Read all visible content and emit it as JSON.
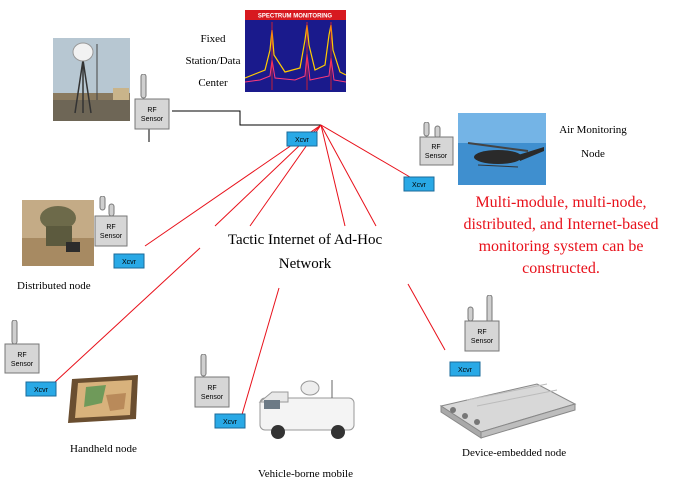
{
  "labels": {
    "fixed": [
      "Fixed",
      "Station/Data",
      "Center"
    ],
    "air": [
      "Air Monitoring",
      "Node"
    ],
    "distributed": "Distributed node",
    "handheld": "Handheld node",
    "vehicle": "Vehicle-borne mobile",
    "device": "Device-embedded node"
  },
  "network": [
    "Tactic Internet of Ad-Hoc",
    "Network"
  ],
  "red_note": [
    "Multi-module, multi-node,",
    "distributed, and Internet-based",
    "monitoring system can be",
    "constructed."
  ],
  "spectrum_title": "SPECTRUM MONITORING",
  "sensor_label": [
    "RF",
    "Sensor"
  ],
  "xcvr_label": "Xcvr",
  "colors": {
    "link": "#e8101a",
    "wire": "#000000",
    "xcvr": "#29a9e6",
    "note": "#e8101a"
  }
}
